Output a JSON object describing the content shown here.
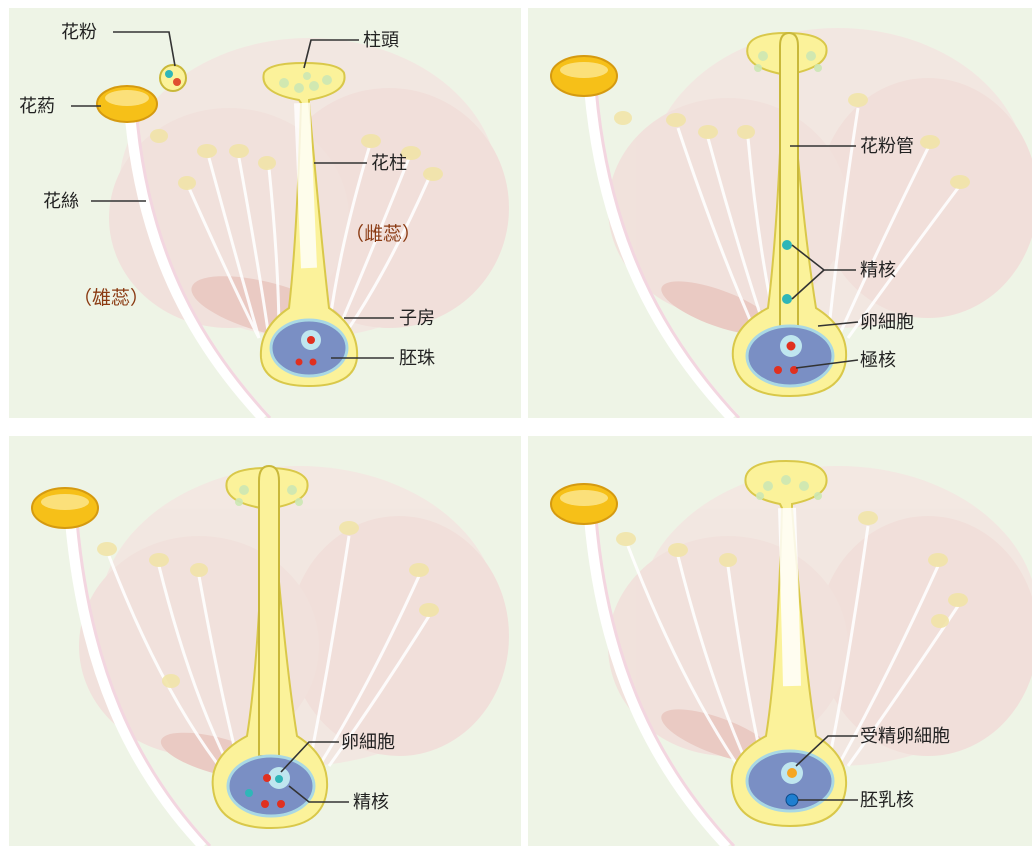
{
  "panel1": {
    "pollen": "花粉",
    "anther": "花葯",
    "filament": "花絲",
    "stamen": "（雄蕊）",
    "stigma": "柱頭",
    "style": "花柱",
    "pistil": "（雌蕊）",
    "ovary": "子房",
    "ovule": "胚珠"
  },
  "panel2": {
    "pollen_tube": "花粉管",
    "sperm_nuclei": "精核",
    "egg_cell": "卵細胞",
    "polar_nuclei": "極核"
  },
  "panel3": {
    "egg_cell": "卵細胞",
    "sperm_nuclei": "精核"
  },
  "panel4": {
    "fertilized_egg": "受精卵細胞",
    "endosperm_nucleus": "胚乳核"
  },
  "colors": {
    "background": "#eef4e6",
    "petal": "#f2c6c8",
    "pistil_yellow": "#fbf29a",
    "pistil_outline": "#d9c84a",
    "ovule_blue": "#7a8fc4",
    "egg_cell_cyan": "#bfe6ef",
    "nucleus_red": "#e03020",
    "sperm_teal": "#2fb6b8",
    "anther_gold": "#f6c018"
  }
}
